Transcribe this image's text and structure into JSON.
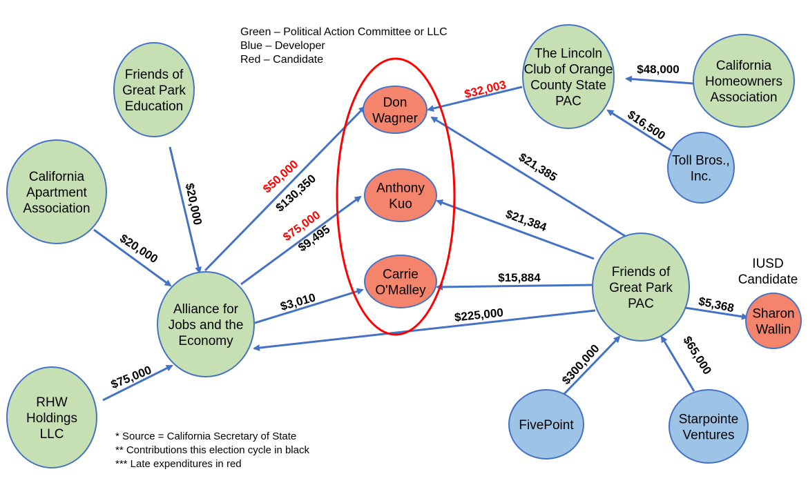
{
  "legend": [
    "Green – Political Action Committee or LLC",
    "Blue – Developer",
    "Red – Candidate"
  ],
  "notes": [
    "* Source = California Secretary of State",
    "** Contributions this election cycle in black",
    "*** Late expenditures in red"
  ],
  "iusd_label": [
    "IUSD",
    "Candidate"
  ],
  "colors": {
    "pac_fill": "#c6e0b4",
    "developer_fill": "#9dc3e6",
    "candidate_fill": "#f4856c",
    "edge": "#4472c4",
    "late": "#ff0000",
    "cycle": "#000000",
    "ellipse": "#ff0000"
  },
  "nodes": {
    "friends_edu": [
      "Friends of",
      "Great Park",
      "Education"
    ],
    "cal_apartment": [
      "California",
      "Apartment",
      "Association"
    ],
    "alliance": [
      "Alliance for",
      "Jobs and the",
      "Economy"
    ],
    "rhw": [
      "RHW",
      "Holdings",
      "LLC"
    ],
    "don_wagner": [
      "Don",
      "Wagner"
    ],
    "anthony_kuo": [
      "Anthony",
      "Kuo"
    ],
    "carrie_omalley": [
      "Carrie",
      "O'Malley"
    ],
    "lincoln_club": [
      "The Lincoln",
      "Club of Orange",
      "County State",
      "PAC"
    ],
    "cal_homeowners": [
      "California",
      "Homeowners",
      "Association"
    ],
    "toll_bros": [
      "Toll Bros.,",
      "Inc."
    ],
    "friends_pac": [
      "Friends of",
      "Great Park",
      "PAC"
    ],
    "sharon_wallin": [
      "Sharon",
      "Wallin"
    ],
    "fivepoint": [
      "FivePoint"
    ],
    "starpointe": [
      "Starpointe",
      "Ventures"
    ]
  },
  "amounts": {
    "edu_to_alliance": "$20,000",
    "apt_to_alliance": "$20,000",
    "rhw_to_alliance": "$75,000",
    "alliance_to_wagner_late": "$50,000",
    "alliance_to_wagner": "$130,350",
    "alliance_to_kuo_late": "$75,000",
    "alliance_to_kuo": "$9,495",
    "alliance_to_omalley": "$3,010",
    "lincoln_to_wagner_late": "$32,003",
    "homeowners_to_lincoln": "$48,000",
    "toll_to_lincoln": "$16,500",
    "pac_to_wagner": "$21,385",
    "pac_to_kuo": "$21,384",
    "pac_to_omalley": "$15,884",
    "pac_to_alliance": "$225,000",
    "pac_to_wallin": "$5,368",
    "fivepoint_to_pac": "$300,000",
    "starpointe_to_pac": "$65,000"
  }
}
